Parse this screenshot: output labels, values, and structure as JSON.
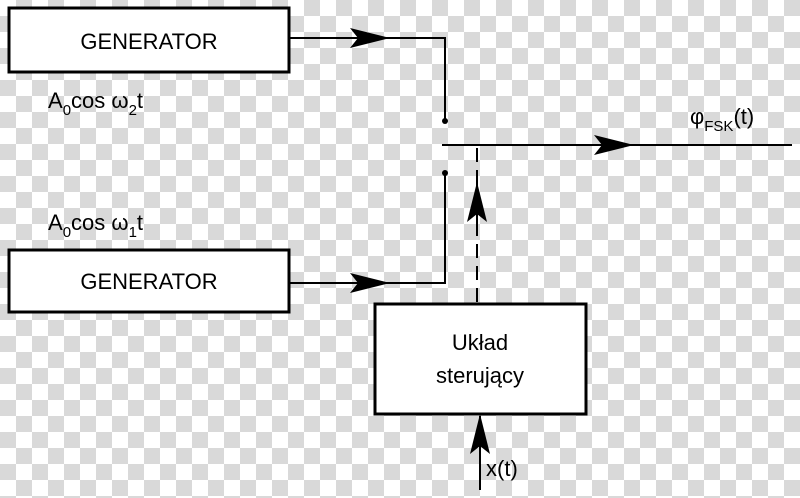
{
  "generator_top": {
    "label": "GENERATOR",
    "signal": {
      "base": "A",
      "base_sub": "0",
      "mid": "cos ω",
      "mid_sub": "2",
      "tail": "t"
    }
  },
  "generator_bottom": {
    "label": "GENERATOR",
    "signal": {
      "base": "A",
      "base_sub": "0",
      "mid": "cos ω",
      "mid_sub": "1",
      "tail": "t"
    }
  },
  "control_unit": {
    "line1": "Układ",
    "line2": "sterujący"
  },
  "output": {
    "base": "φ",
    "sub": "FSK",
    "tail": "(t)"
  },
  "input": {
    "label": "x(t)"
  },
  "colors": {
    "line": "#000000",
    "box_fill": "#ffffff",
    "checker": "#d9d9d9"
  }
}
